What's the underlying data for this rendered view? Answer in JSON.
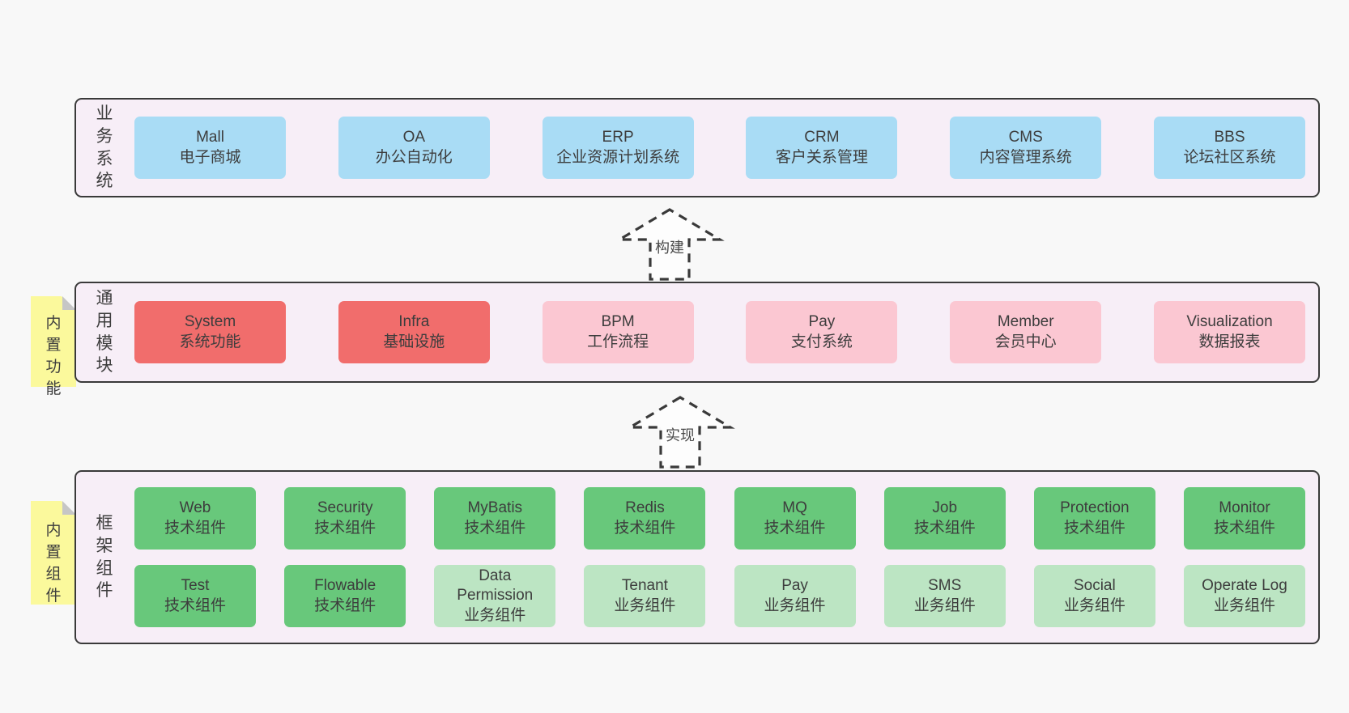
{
  "colors": {
    "page_bg": "#f8f8f8",
    "container_bg": "#f7eef7",
    "container_border": "#3a3a3a",
    "blue": "#a9dcf5",
    "red": "#f16d6c",
    "pink": "#fbc7d2",
    "green": "#68c87b",
    "lightgreen": "#bce5c3",
    "sticky_yellow": "#fbf99c",
    "sticky_fold": "#c6c6c6",
    "text": "#3d3d3d",
    "arrow_line": "#3a3a3a",
    "arrow_fill": "#fdfdfd"
  },
  "layers": [
    {
      "label": "业务系统",
      "rows": [
        [
          {
            "title": "Mall",
            "subtitle": "电子商城",
            "variant": "blue"
          },
          {
            "title": "OA",
            "subtitle": "办公自动化",
            "variant": "blue"
          },
          {
            "title": "ERP",
            "subtitle": "企业资源计划系统",
            "variant": "blue"
          },
          {
            "title": "CRM",
            "subtitle": "客户关系管理",
            "variant": "blue"
          },
          {
            "title": "CMS",
            "subtitle": "内容管理系统",
            "variant": "blue"
          },
          {
            "title": "BBS",
            "subtitle": "论坛社区系统",
            "variant": "blue"
          }
        ]
      ]
    },
    {
      "label": "通用模块",
      "sticky": "内置功能",
      "rows": [
        [
          {
            "title": "System",
            "subtitle": "系统功能",
            "variant": "red"
          },
          {
            "title": "Infra",
            "subtitle": "基础设施",
            "variant": "red"
          },
          {
            "title": "BPM",
            "subtitle": "工作流程",
            "variant": "pink"
          },
          {
            "title": "Pay",
            "subtitle": "支付系统",
            "variant": "pink"
          },
          {
            "title": "Member",
            "subtitle": "会员中心",
            "variant": "pink"
          },
          {
            "title": "Visualization",
            "subtitle": "数据报表",
            "variant": "pink"
          }
        ]
      ]
    },
    {
      "label": "框架组件",
      "sticky": "内置组件",
      "rows": [
        [
          {
            "title": "Web",
            "subtitle": "技术组件",
            "variant": "green"
          },
          {
            "title": "Security",
            "subtitle": "技术组件",
            "variant": "green"
          },
          {
            "title": "MyBatis",
            "subtitle": "技术组件",
            "variant": "green"
          },
          {
            "title": "Redis",
            "subtitle": "技术组件",
            "variant": "green"
          },
          {
            "title": "MQ",
            "subtitle": "技术组件",
            "variant": "green"
          },
          {
            "title": "Job",
            "subtitle": "技术组件",
            "variant": "green"
          },
          {
            "title": "Protection",
            "subtitle": "技术组件",
            "variant": "green"
          },
          {
            "title": "Monitor",
            "subtitle": "技术组件",
            "variant": "green"
          }
        ],
        [
          {
            "title": "Test",
            "subtitle": "技术组件",
            "variant": "green"
          },
          {
            "title": "Flowable",
            "subtitle": "技术组件",
            "variant": "green"
          },
          {
            "title": "Data Permission",
            "subtitle": "业务组件",
            "variant": "lightgreen"
          },
          {
            "title": "Tenant",
            "subtitle": "业务组件",
            "variant": "lightgreen"
          },
          {
            "title": "Pay",
            "subtitle": "业务组件",
            "variant": "lightgreen"
          },
          {
            "title": "SMS",
            "subtitle": "业务组件",
            "variant": "lightgreen"
          },
          {
            "title": "Social",
            "subtitle": "业务组件",
            "variant": "lightgreen"
          },
          {
            "title": "Operate Log",
            "subtitle": "业务组件",
            "variant": "lightgreen"
          }
        ]
      ]
    }
  ],
  "arrows": [
    {
      "label": "构建"
    },
    {
      "label": "实现"
    }
  ]
}
